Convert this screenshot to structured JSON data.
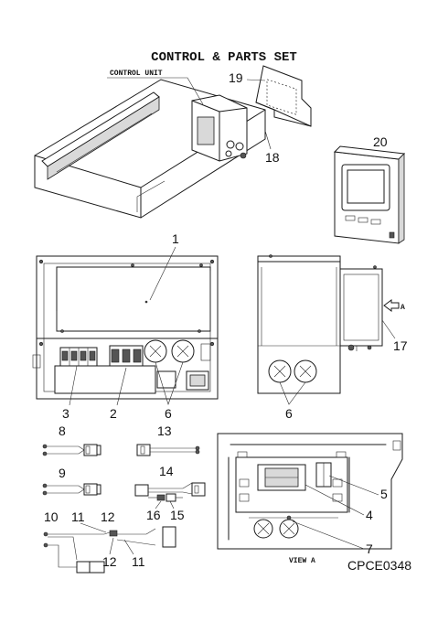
{
  "title": "CONTROL & PARTS SET",
  "control_unit_label": "CONTROL UNIT",
  "view_label": "VIEW A",
  "arrow_label": "A",
  "doc_code": "CPCE0348",
  "part_numbers": {
    "p1": "1",
    "p2": "2",
    "p3": "3",
    "p4": "4",
    "p5": "5",
    "p6a": "6",
    "p6b": "6",
    "p7": "7",
    "p8": "8",
    "p9": "9",
    "p10": "10",
    "p11a": "11",
    "p11b": "11",
    "p12a": "12",
    "p12b": "12",
    "p13": "13",
    "p14": "14",
    "p15": "15",
    "p16": "16",
    "p17": "17",
    "p18": "18",
    "p19": "19",
    "p20": "20"
  }
}
